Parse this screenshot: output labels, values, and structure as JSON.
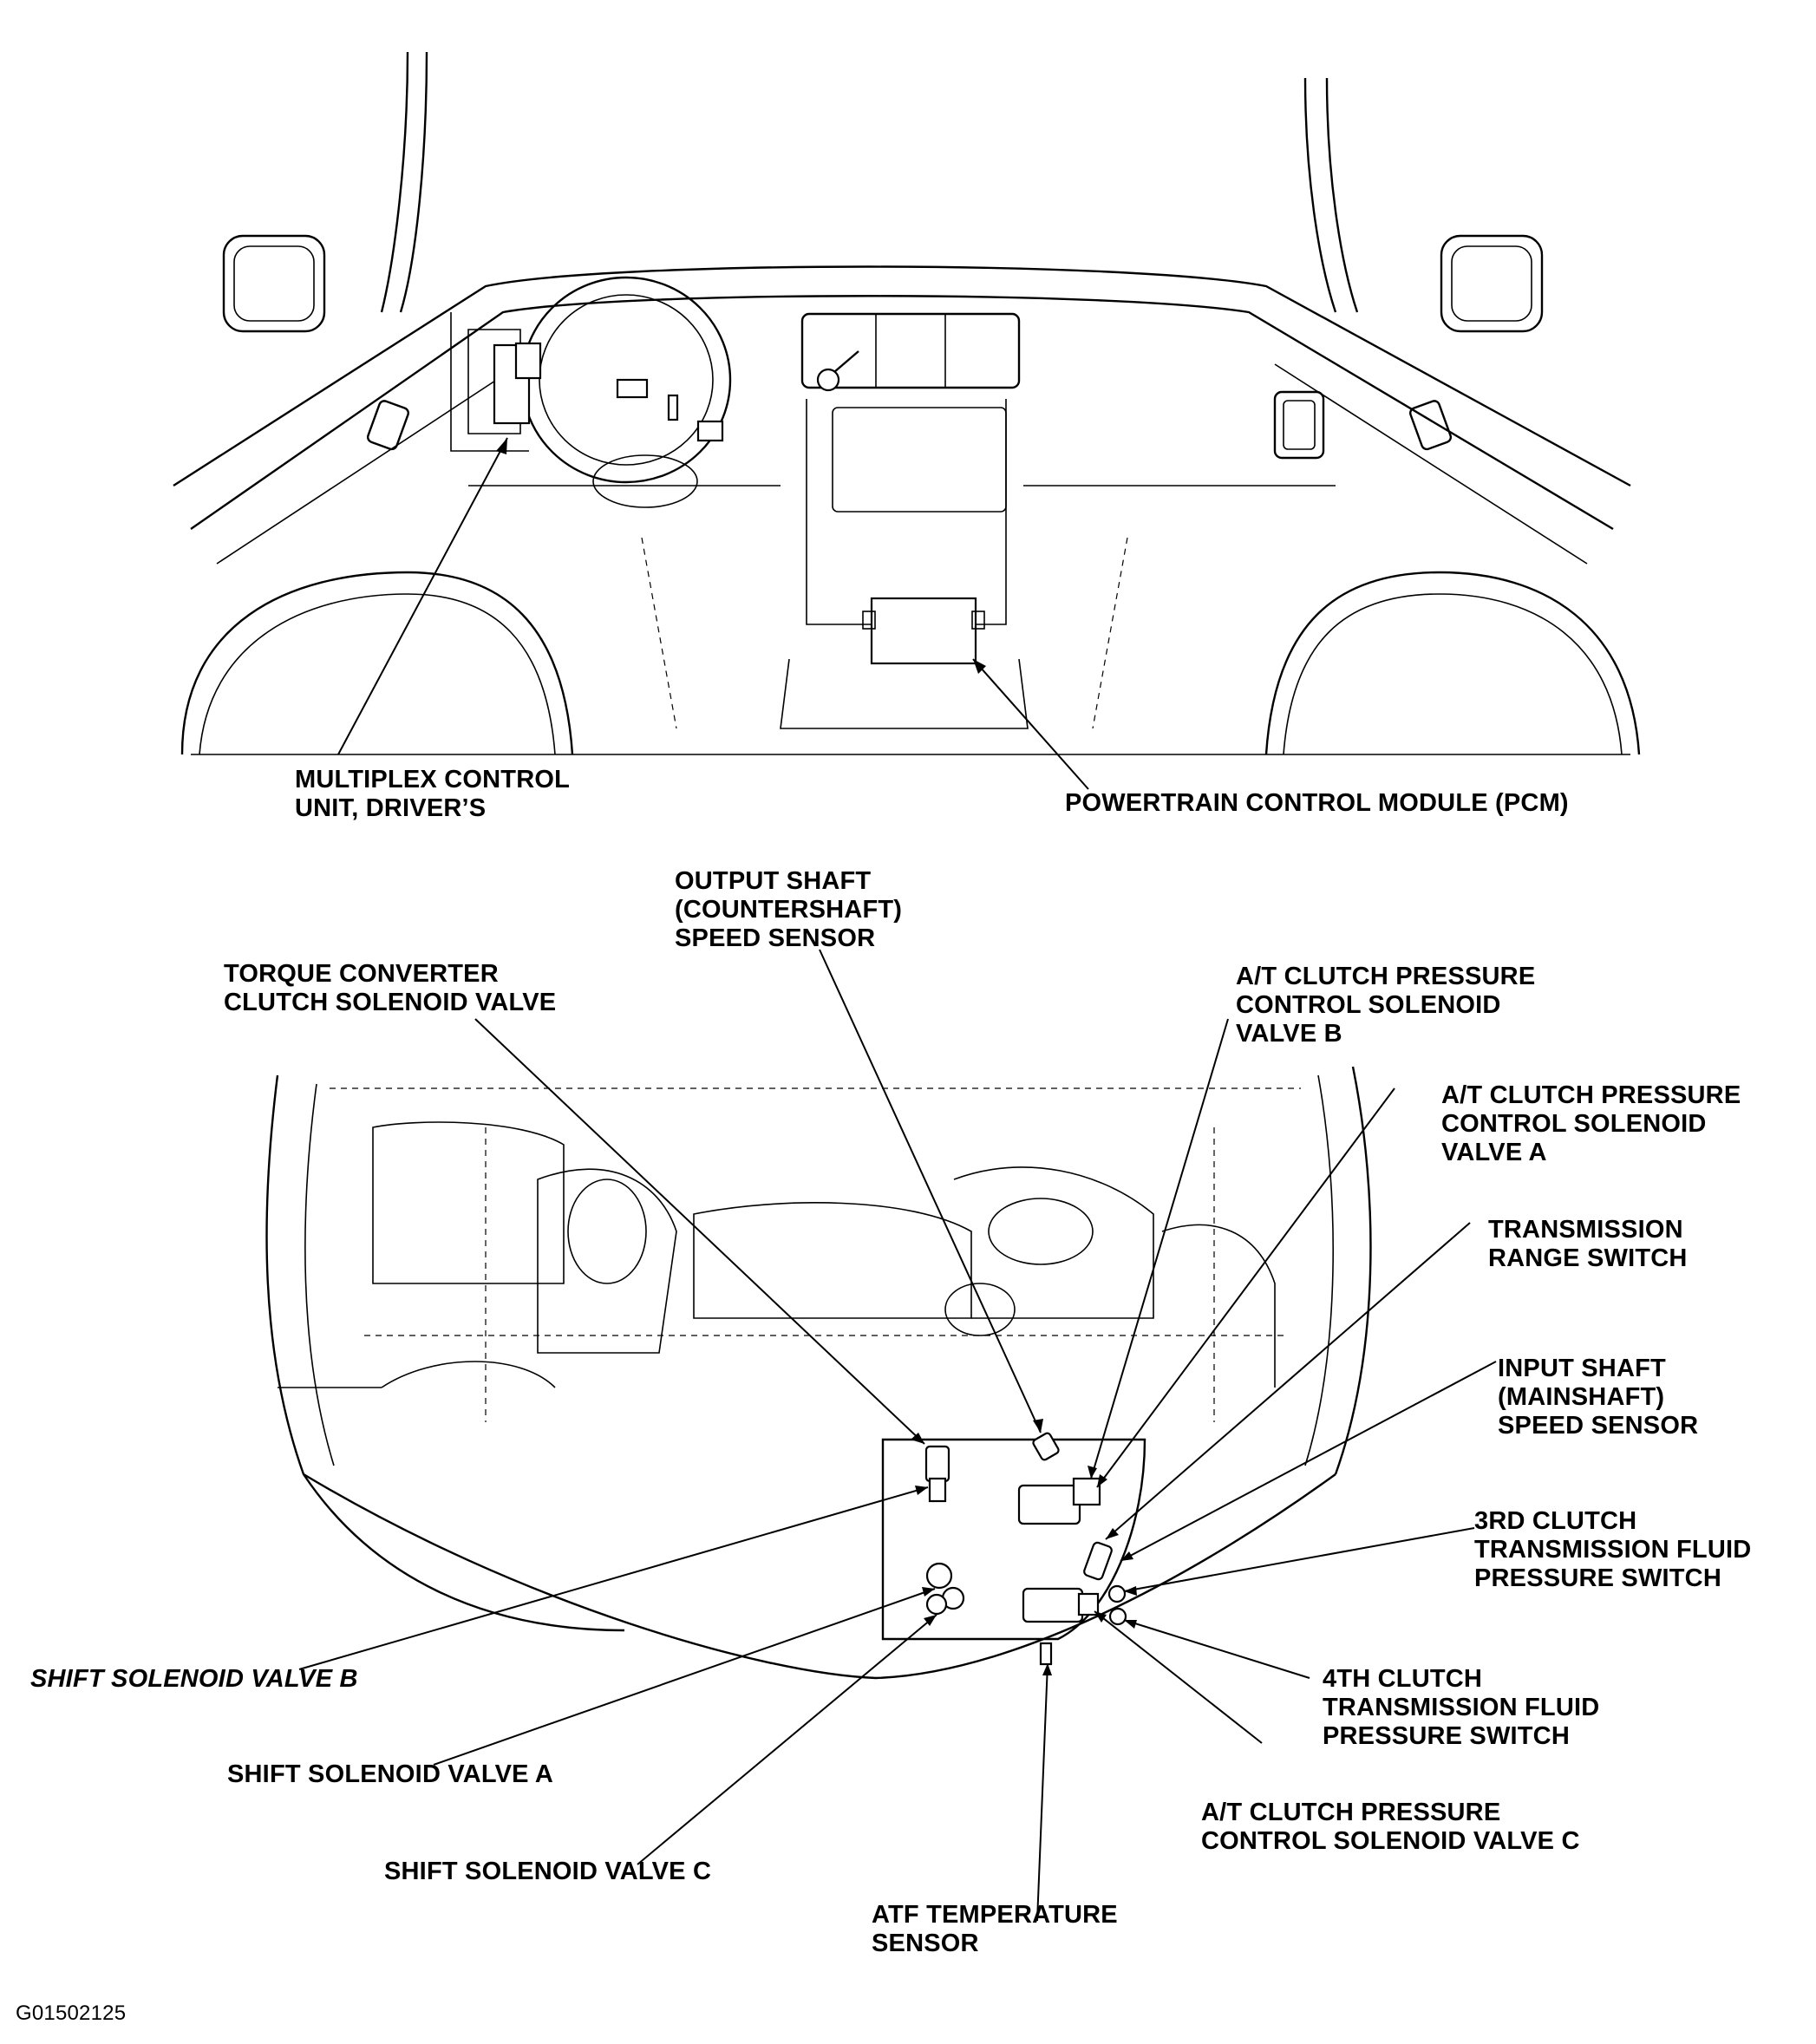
{
  "labels": {
    "multiplex": "MULTIPLEX CONTROL\nUNIT, DRIVER’S",
    "pcm": "POWERTRAIN CONTROL MODULE (PCM)",
    "output_shaft": "OUTPUT SHAFT\n(COUNTERSHAFT)\nSPEED SENSOR",
    "torque_converter": "TORQUE CONVERTER\nCLUTCH SOLENOID VALVE",
    "clutch_valve_b": "A/T CLUTCH PRESSURE\nCONTROL SOLENOID\nVALVE B",
    "clutch_valve_a": "A/T CLUTCH PRESSURE\nCONTROL SOLENOID\nVALVE A",
    "range_switch": "TRANSMISSION\nRANGE SWITCH",
    "input_shaft": "INPUT SHAFT\n(MAINSHAFT)\nSPEED SENSOR",
    "third_clutch": "3RD CLUTCH\nTRANSMISSION FLUID\nPRESSURE SWITCH",
    "shift_b": "SHIFT SOLENOID VALVE B",
    "shift_a": "SHIFT SOLENOID VALVE A",
    "fourth_clutch": "4TH CLUTCH\nTRANSMISSION FLUID\nPRESSURE SWITCH",
    "clutch_valve_c": "A/T CLUTCH PRESSURE\nCONTROL SOLENOID VALVE C",
    "shift_c": "SHIFT SOLENOID VALVE C",
    "atf_sensor": "ATF TEMPERATURE\nSENSOR"
  },
  "figure_id": "G01502125"
}
